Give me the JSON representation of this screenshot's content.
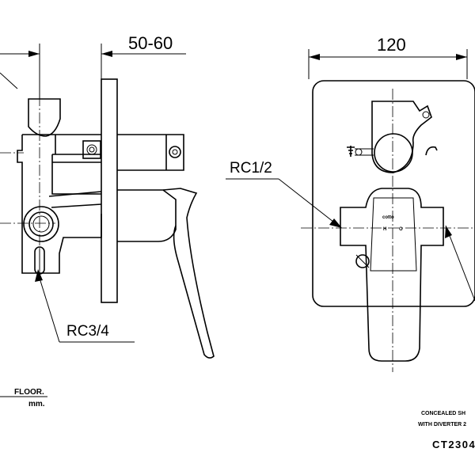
{
  "dimensions": {
    "depth": "50-60",
    "width": "120"
  },
  "labels": {
    "inlet": "RC1/2",
    "outlet": "RC3/4"
  },
  "notes": {
    "floor": "FLOOR.",
    "unit": "mm."
  },
  "title_block": {
    "line1": "CONCEALED SH",
    "line2": "WITH DIVERTER 2",
    "model": "CT2304"
  },
  "faceplate": {
    "brand": "cotto",
    "hot": "H",
    "cold": "O"
  }
}
